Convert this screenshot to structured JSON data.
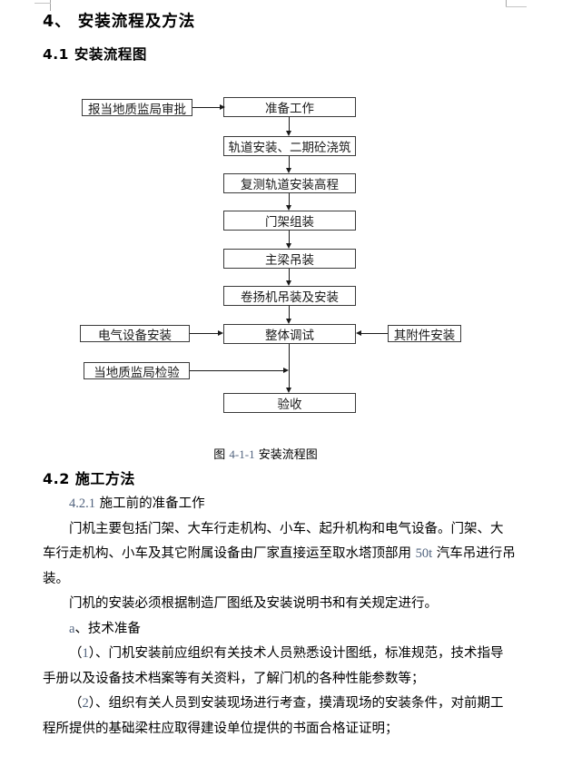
{
  "document": {
    "title_h1": "4、 安装流程及方法",
    "section_41": "4.1 安装流程图",
    "section_42": "4.2 施工方法",
    "figure_caption": [
      [
        "图 ",
        ""
      ],
      [
        "4-1-1",
        "latin"
      ],
      [
        " 安装流程图",
        ""
      ]
    ]
  },
  "flowchart": {
    "main_boxes": [
      "准备工作",
      "轨道安装、二期砼浇筑",
      "复测轨道安装高程",
      "门架组装",
      "主梁吊装",
      "卷扬机吊装及安装",
      "整体调试",
      "验收"
    ],
    "side_boxes": {
      "report_approval": "报当地质监局审批",
      "electrical_install": "电气设备安装",
      "attachment_install": "其附件安装",
      "quality_inspection": "当地质监局检验"
    }
  },
  "body": {
    "lines": [
      {
        "indent": 1,
        "segments": [
          [
            "4.2.1",
            "latin"
          ],
          [
            " 施工前的准备工作",
            ""
          ]
        ]
      },
      {
        "indent": 1,
        "segments": [
          [
            "门机主要包括门架、大车行走机构、小车、起升机构和电气设备。门架、大",
            ""
          ]
        ]
      },
      {
        "indent": 0,
        "segments": [
          [
            "车行走机构、小车及其它附属设备由厂家直接运至取水塔顶部用 ",
            ""
          ],
          [
            "50t",
            "latin"
          ],
          [
            " 汽车吊进行吊",
            ""
          ]
        ]
      },
      {
        "indent": 0,
        "segments": [
          [
            "装。",
            ""
          ]
        ]
      },
      {
        "indent": 1,
        "segments": [
          [
            "门机的安装必须根据制造厂图纸及安装说明书和有关规定进行。",
            ""
          ]
        ]
      },
      {
        "indent": 1,
        "segments": [
          [
            "a",
            "latin"
          ],
          [
            "、技术准备",
            ""
          ]
        ]
      },
      {
        "indent": 1,
        "segments": [
          [
            "（",
            ""
          ],
          [
            "1",
            "latin"
          ],
          [
            "）、门机安装前应组织有关技术人员熟悉设计图纸，标准规范，技术指导",
            ""
          ]
        ]
      },
      {
        "indent": 0,
        "segments": [
          [
            "手册以及设备技术档案等有关资料，了解门机的各种性能参数等；",
            ""
          ]
        ]
      },
      {
        "indent": 1,
        "segments": [
          [
            "（",
            ""
          ],
          [
            "2",
            "latin"
          ],
          [
            "）、组织有关人员到安装现场进行考查，摸清现场的安装条件，对前期工",
            ""
          ]
        ]
      },
      {
        "indent": 0,
        "segments": [
          [
            "程所提供的基础梁柱应取得建设单位提供的书面合格证证明；",
            ""
          ]
        ]
      }
    ]
  },
  "colors": {
    "latin_accent": "#51637e",
    "line_color": "#1a1a1a",
    "box_border": "#3a3a3a"
  }
}
